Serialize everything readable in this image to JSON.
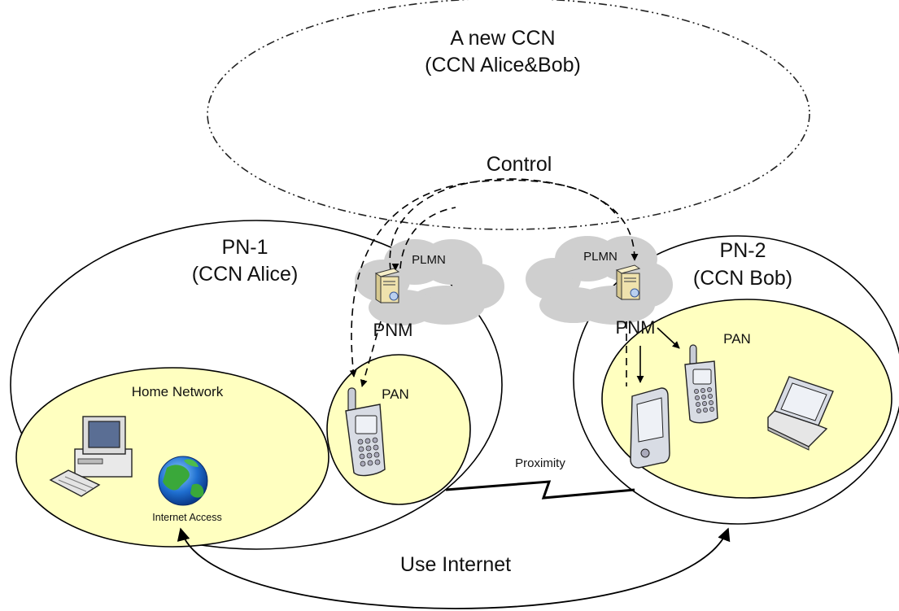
{
  "ccn_new": {
    "line1": "A new CCN",
    "line2": "(CCN Alice&Bob)"
  },
  "control_label": "Control",
  "pn1": {
    "line1": "PN-1",
    "line2": "(CCN Alice)"
  },
  "pn2": {
    "line1": "PN-2",
    "line2": "(CCN Bob)"
  },
  "plmn_left": "PLMN",
  "plmn_right": "PLMN",
  "pnm_left": "PNM",
  "pnm_right": "PNM",
  "home_network": "Home Network",
  "internet_access": "Internet Access",
  "pan_left": "PAN",
  "pan_right": "PAN",
  "proximity": "Proximity",
  "use_internet": "Use Internet",
  "colors": {
    "area_fill": "#ffffc0",
    "cloud_fill": "#cfcfcf",
    "device_fill": "#d8dce4",
    "outline": "#000000"
  },
  "icons": [
    "server-icon",
    "computer-icon",
    "globe-icon",
    "phone-icon",
    "pda-icon",
    "laptop-icon",
    "cloud-icon"
  ]
}
